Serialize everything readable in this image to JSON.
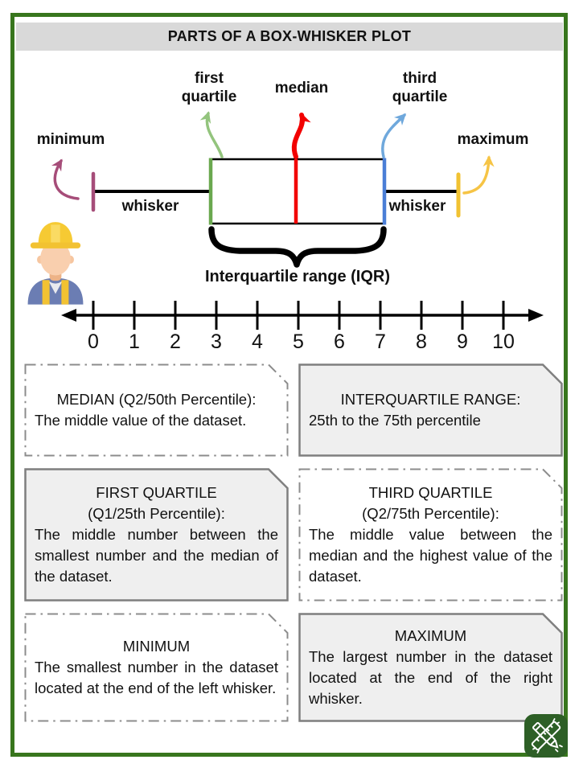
{
  "header": {
    "title": "PARTS OF A BOX-WHISKER PLOT"
  },
  "diagram": {
    "labels": {
      "first_quartile": "first quartile",
      "median": "median",
      "third_quartile": "third quartile",
      "minimum": "minimum",
      "maximum": "maximum",
      "whisker_left": "whisker",
      "whisker_right": "whisker",
      "iqr": "Interquartile range (IQR)"
    },
    "colors": {
      "q1_edge": "#6aa84f",
      "q3_edge": "#4a7ed6",
      "median_line": "#f20000",
      "min_cap": "#a64d79",
      "max_cap": "#f1c232",
      "arrow_first_quartile": "#93c47d",
      "arrow_median": "#f20000",
      "arrow_third_quartile": "#6fa8dc",
      "arrow_minimum": "#a64d79",
      "arrow_maximum": "#f6c445",
      "frame_green": "#38761d",
      "title_bar_bg": "#d9d9d9",
      "logo_bg": "#2d5f26"
    }
  },
  "chart_data": {
    "type": "boxplot",
    "orientation": "horizontal",
    "values": {
      "minimum": 0,
      "q1": 3,
      "median": 5,
      "q3": 7,
      "maximum": 9
    },
    "axis_range": [
      0,
      10
    ],
    "axis_ticks": [
      "0",
      "1",
      "2",
      "3",
      "4",
      "5",
      "6",
      "7",
      "8",
      "9",
      "10"
    ],
    "grid": false,
    "annotations": [
      "minimum",
      "whisker",
      "first quartile",
      "median",
      "third quartile",
      "whisker",
      "maximum",
      "Interquartile range (IQR)"
    ]
  },
  "definitions": [
    {
      "title": "MEDIAN (Q2/50th Percentile):",
      "subtitle": "",
      "body": "The middle value of the dataset.",
      "style": "dashdot",
      "bg": "white"
    },
    {
      "title": "INTERQUARTILE RANGE:",
      "subtitle": "",
      "body": "25th to the 75th percentile",
      "style": "solid",
      "bg": "gray"
    },
    {
      "title": "FIRST QUARTILE",
      "subtitle": "(Q1/25th Percentile):",
      "body": "The middle number between the smallest number and the median of the dataset.",
      "style": "solid",
      "bg": "gray"
    },
    {
      "title": "THIRD QUARTILE",
      "subtitle": "(Q2/75th Percentile):",
      "body": "The middle value between the median and the highest value of the dataset.",
      "style": "dashdot",
      "bg": "white"
    },
    {
      "title": "MINIMUM",
      "subtitle": "",
      "body": "The smallest number in the dataset located at the end of the left whisker.",
      "style": "dashdot",
      "bg": "white"
    },
    {
      "title": "MAXIMUM",
      "subtitle": "",
      "body": "The largest number in the dataset located at the end of the right whisker.",
      "style": "solid",
      "bg": "gray"
    }
  ],
  "logo": {
    "icon": "pencil-ruler-logo"
  }
}
